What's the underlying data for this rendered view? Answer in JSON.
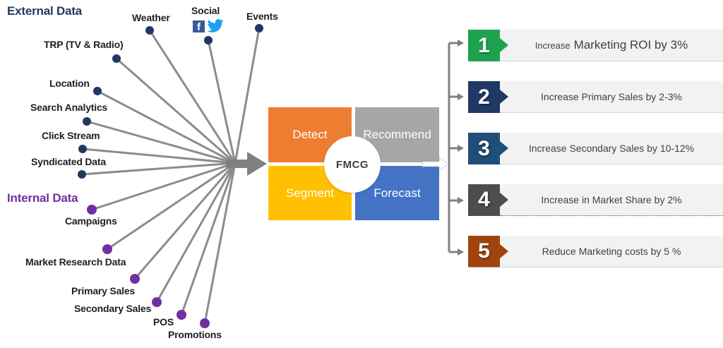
{
  "headings": {
    "external": "External Data",
    "internal": "Internal Data"
  },
  "colors": {
    "external": "#1F3864",
    "internal": "#7030A0",
    "connector": "#8C8C8C",
    "bar_bg": "#F2F2F2",
    "bar_text": "#404040",
    "facebook_blue": "#3B5998",
    "twitter_blue": "#1DA1F2"
  },
  "external_sources": [
    "Weather",
    "Social",
    "Events",
    "TRP (TV & Radio)",
    "Location",
    "Search Analytics",
    "Click Stream",
    "Syndicated Data"
  ],
  "internal_sources": [
    "Campaigns",
    "Market Research Data",
    "Primary Sales",
    "Secondary Sales",
    "POS",
    "Promotions"
  ],
  "icons": {
    "facebook_glyph": "f"
  },
  "center": {
    "hub_label": "FMCG"
  },
  "quadrants": [
    {
      "label": "Detect",
      "color": "#ED7D31"
    },
    {
      "label": "Recommend",
      "color": "#A6A6A6"
    },
    {
      "label": "Segment",
      "color": "#FFC000"
    },
    {
      "label": "Forecast",
      "color": "#4472C4"
    }
  ],
  "outcomes": [
    {
      "num": "1",
      "tab_color": "#1FA24E",
      "text_prefix": "Increase",
      "text_main": "Marketing ROI by 3%"
    },
    {
      "num": "2",
      "tab_color": "#1F3864",
      "text": "Increase  Primary Sales by 2-3%"
    },
    {
      "num": "3",
      "tab_color": "#1F4E79",
      "text": "Increase Secondary Sales by 10-12%"
    },
    {
      "num": "4",
      "tab_color": "#4D4D4D",
      "text": "Increase in Market Share by 2%"
    },
    {
      "num": "5",
      "tab_color": "#A0440E",
      "text": "Reduce Marketing costs by 5 %"
    }
  ]
}
